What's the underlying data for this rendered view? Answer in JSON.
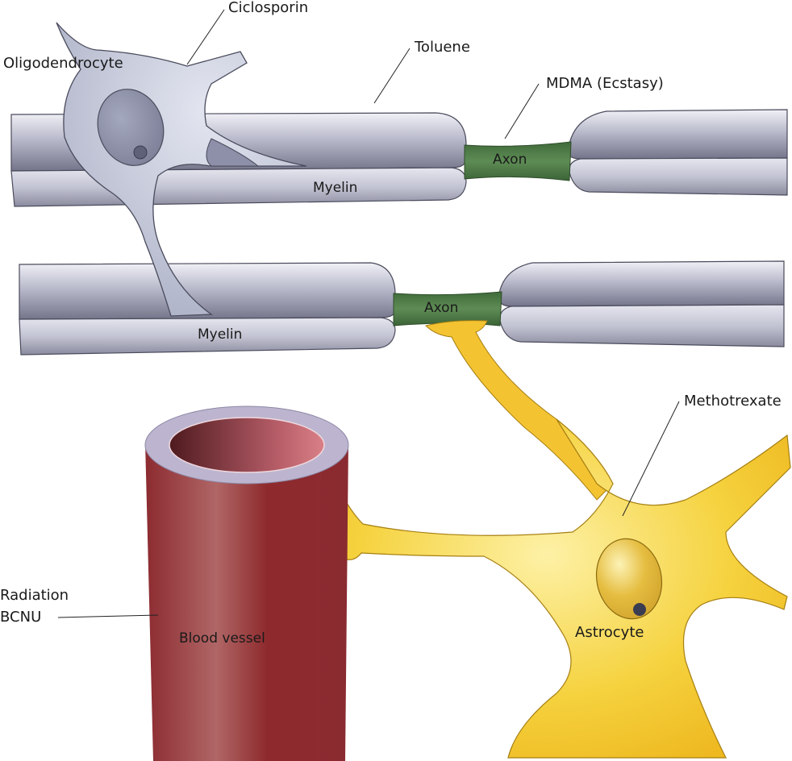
{
  "diagram": {
    "title": "White matter neurotoxicity sites",
    "colors": {
      "myelin": "#b6b7c9",
      "myelin_dark": "#6f7083",
      "myelin_light": "#ececf3",
      "axon": "#4f7a48",
      "oligodendrocyte": "#c6cbdc",
      "astrocyte": "#f2c230",
      "astrocyte_light": "#fbe98a",
      "vessel": "#8b2a2e",
      "vessel_light": "#b06a6a",
      "vessel_rim": "#b8b4cc",
      "nucleolus": "#3a3c52"
    },
    "structures": {
      "oligodendrocyte": "Oligodendrocyte",
      "myelin_top": "Myelin",
      "myelin_bottom": "Myelin",
      "axon_top": "Axon",
      "axon_bottom": "Axon",
      "blood_vessel": "Blood vessel",
      "astrocyte": "Astrocyte"
    },
    "toxins": {
      "ciclosporin": "Ciclosporin",
      "toluene": "Toluene",
      "mdma": "MDMA (Ecstasy)",
      "methotrexate": "Methotrexate",
      "radiation": "Radiation",
      "bcnu": "BCNU"
    }
  }
}
